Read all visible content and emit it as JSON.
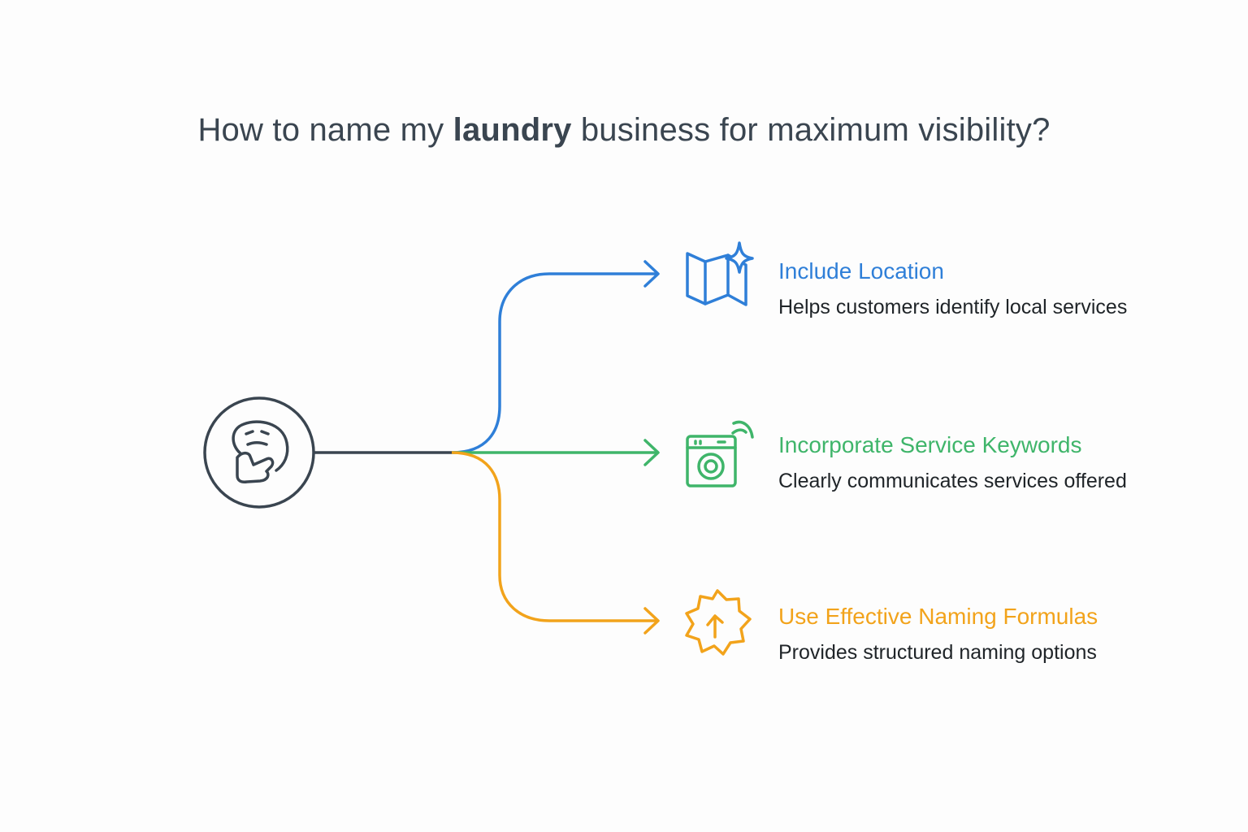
{
  "title": {
    "before": "How to name my ",
    "emphasis": "laundry",
    "after": " business for maximum visibility?"
  },
  "center": {
    "icon": "thinking-face-icon",
    "color": "#3a4550"
  },
  "options": [
    {
      "heading": "Include Location",
      "description": "Helps customers identify local services",
      "icon": "map-sparkle-icon",
      "color": "#2f7fd8"
    },
    {
      "heading": "Incorporate Service Keywords",
      "description": "Clearly communicates services offered",
      "icon": "washing-machine-icon",
      "color": "#3fb56a"
    },
    {
      "heading": "Use Effective Naming Formulas",
      "description": "Provides structured naming options",
      "icon": "badge-arrow-icon",
      "color": "#f2a31b"
    }
  ]
}
